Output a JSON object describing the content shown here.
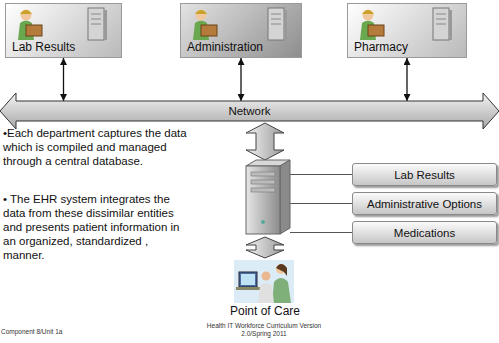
{
  "diagram": {
    "nodes": [
      {
        "text": [
          "Lab Results"
        ]
      },
      {
        "text": [
          "Administration"
        ]
      },
      {
        "text": [
          "Pharmacy"
        ]
      },
      {
        "text": [
          "Network"
        ]
      },
      {
        "text": [
          "Lab Results"
        ]
      },
      {
        "text": [
          "Administrative Options"
        ]
      },
      {
        "text": [
          "Medications"
        ]
      }
    ],
    "edges": [
      {
        "from": 0,
        "to": 3,
        "arrow": "both"
      },
      {
        "from": 1,
        "to": 3,
        "arrow": "both"
      },
      {
        "from": 2,
        "to": 3,
        "arrow": "both"
      }
    ],
    "labels": [
      "•Each department captures the data which is compiled and managed through a central database.",
      "• The EHR system integrates the data from these dissimilar entities and presents patient information in an organized, standardized , manner.",
      "Point of Care",
      "Component 8/Unit 1a",
      "Health IT Workforce Curriculum Version 2.0/Spring 2011"
    ]
  }
}
